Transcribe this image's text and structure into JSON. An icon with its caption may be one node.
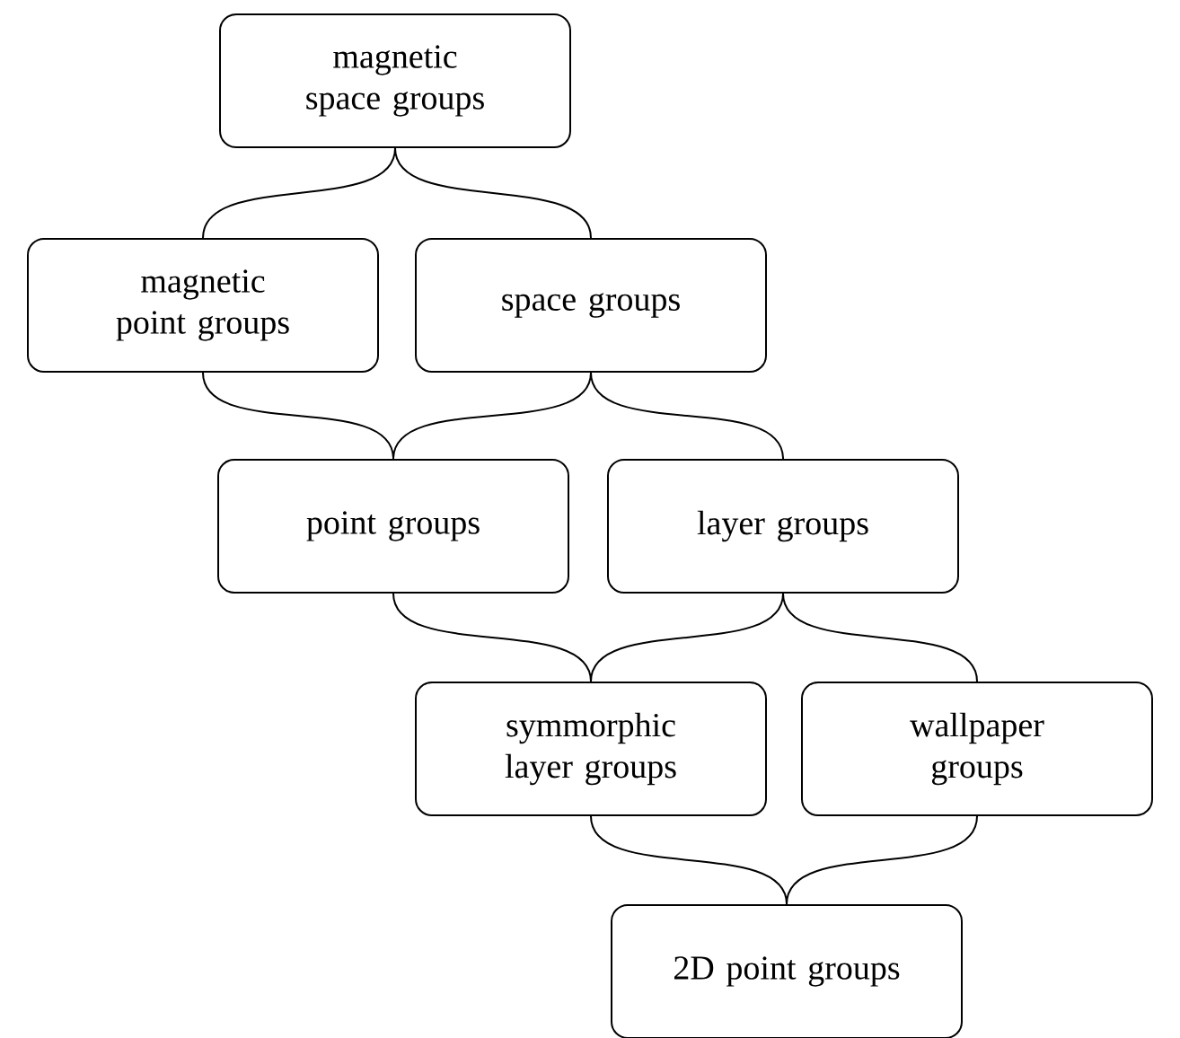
{
  "diagram": {
    "nodes": [
      {
        "text": [
          "magnetic space groups"
        ]
      },
      {
        "text": [
          "magnetic point groups"
        ]
      },
      {
        "text": [
          "space groups"
        ]
      },
      {
        "text": [
          "point groups"
        ]
      },
      {
        "text": [
          "layer groups"
        ]
      },
      {
        "text": [
          "symmorphic layer groups"
        ]
      },
      {
        "text": [
          "wallpaper groups"
        ]
      },
      {
        "text": [
          "2D point groups"
        ]
      }
    ],
    "edges": [
      {
        "from": 0,
        "to": 1,
        "arrow": "none"
      },
      {
        "from": 0,
        "to": 2,
        "arrow": "none"
      },
      {
        "from": 1,
        "to": 3,
        "arrow": "none"
      },
      {
        "from": 2,
        "to": 3,
        "arrow": "none"
      },
      {
        "from": 2,
        "to": 4,
        "arrow": "none"
      },
      {
        "from": 3,
        "to": 5,
        "arrow": "none"
      },
      {
        "from": 4,
        "to": 5,
        "arrow": "none"
      },
      {
        "from": 4,
        "to": 6,
        "arrow": "none"
      },
      {
        "from": 5,
        "to": 7,
        "arrow": "none"
      },
      {
        "from": 6,
        "to": 7,
        "arrow": "none"
      }
    ]
  }
}
